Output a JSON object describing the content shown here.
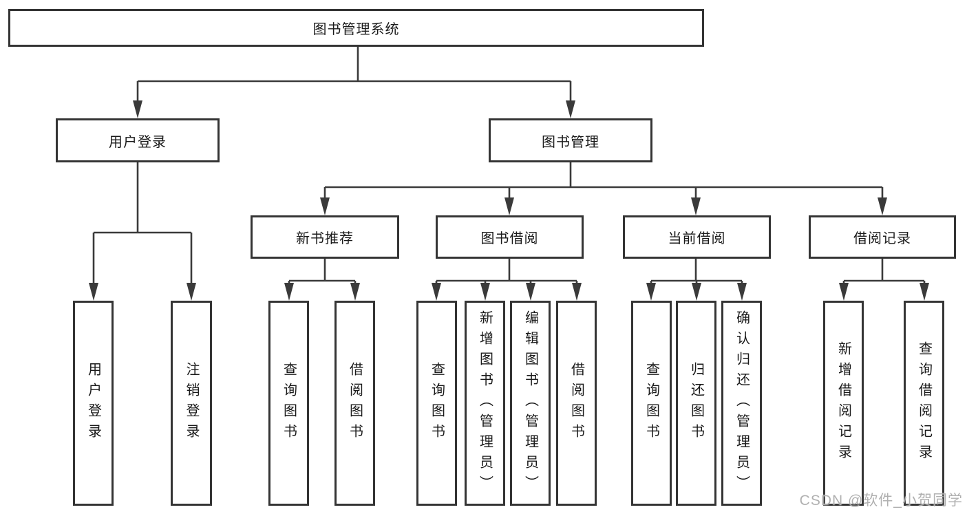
{
  "diagram": {
    "root": {
      "label": "图书管理系统"
    },
    "branches": {
      "user_login": {
        "label": "用户登录",
        "children": [
          {
            "label": "用户登录"
          },
          {
            "label": "注销登录"
          }
        ]
      },
      "book_management": {
        "label": "图书管理",
        "modules": [
          {
            "label": "新书推荐",
            "children": [
              {
                "label": "查询图书"
              },
              {
                "label": "借阅图书"
              }
            ]
          },
          {
            "label": "图书借阅",
            "children": [
              {
                "label": "查询图书"
              },
              {
                "label": "新增图书（管理员）"
              },
              {
                "label": "编辑图书（管理员）"
              },
              {
                "label": "借阅图书"
              }
            ]
          },
          {
            "label": "当前借阅",
            "children": [
              {
                "label": "查询图书"
              },
              {
                "label": "归还图书"
              },
              {
                "label": "确认归还（管理员）"
              }
            ]
          },
          {
            "label": "借阅记录",
            "children": [
              {
                "label": "新增借阅记录"
              },
              {
                "label": "查询借阅记录"
              }
            ]
          }
        ]
      }
    }
  },
  "watermark": {
    "text": "CSDN @软件_小贺同学"
  },
  "colors": {
    "line": "#3a3a3a",
    "border": "#343434",
    "text": "#1a1a1a",
    "background": "#ffffff",
    "watermark": "#acacac"
  }
}
